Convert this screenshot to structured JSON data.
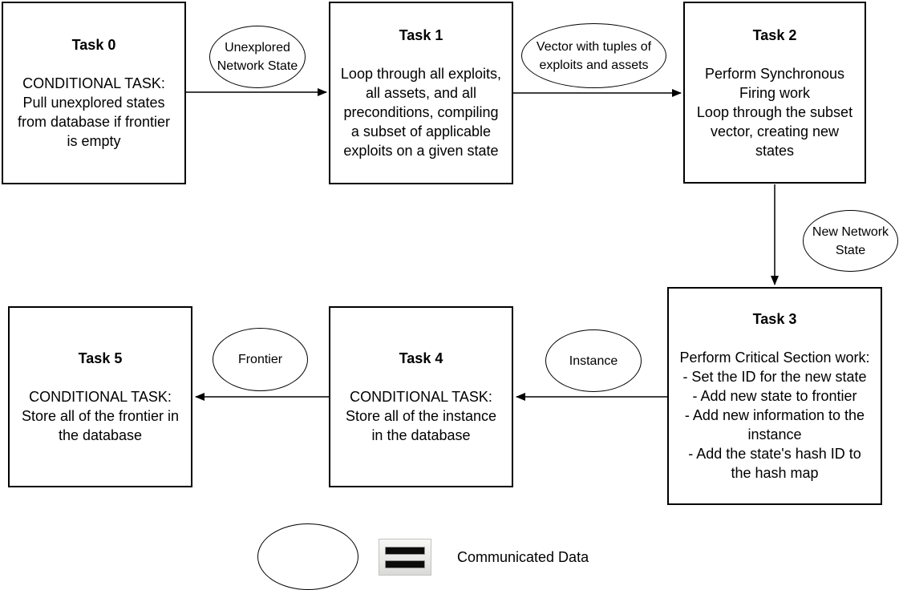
{
  "diagram": {
    "tasks": [
      {
        "title": "Task 0",
        "body": "CONDITIONAL TASK:\nPull unexplored states\nfrom database if frontier\nis empty"
      },
      {
        "title": "Task 1",
        "body": "Loop through all exploits,\nall assets, and all\npreconditions, compiling\na subset of applicable\nexploits on a given state"
      },
      {
        "title": "Task 2",
        "body": "Perform Synchronous\nFiring work\nLoop through the subset\nvector, creating new\nstates"
      },
      {
        "title": "Task 3",
        "body": "Perform Critical Section work:\n- Set the ID for the new state\n- Add new state to frontier\n- Add new information to the\ninstance\n- Add the state's hash ID to\nthe hash map"
      },
      {
        "title": "Task 4",
        "body": "CONDITIONAL TASK:\nStore all of the instance\nin the database"
      },
      {
        "title": "Task 5",
        "body": "CONDITIONAL TASK:\nStore all of the frontier in\nthe database"
      }
    ],
    "data_labels": [
      {
        "text": "Unexplored\nNetwork State"
      },
      {
        "text": "Vector with tuples of\nexploits and assets"
      },
      {
        "text": "New Network\nState"
      },
      {
        "text": "Instance"
      },
      {
        "text": "Frontier"
      }
    ],
    "legend": {
      "label": "Communicated Data"
    },
    "colors": {
      "stroke": "#000000",
      "fill": "#ffffff",
      "text": "#000000"
    }
  }
}
